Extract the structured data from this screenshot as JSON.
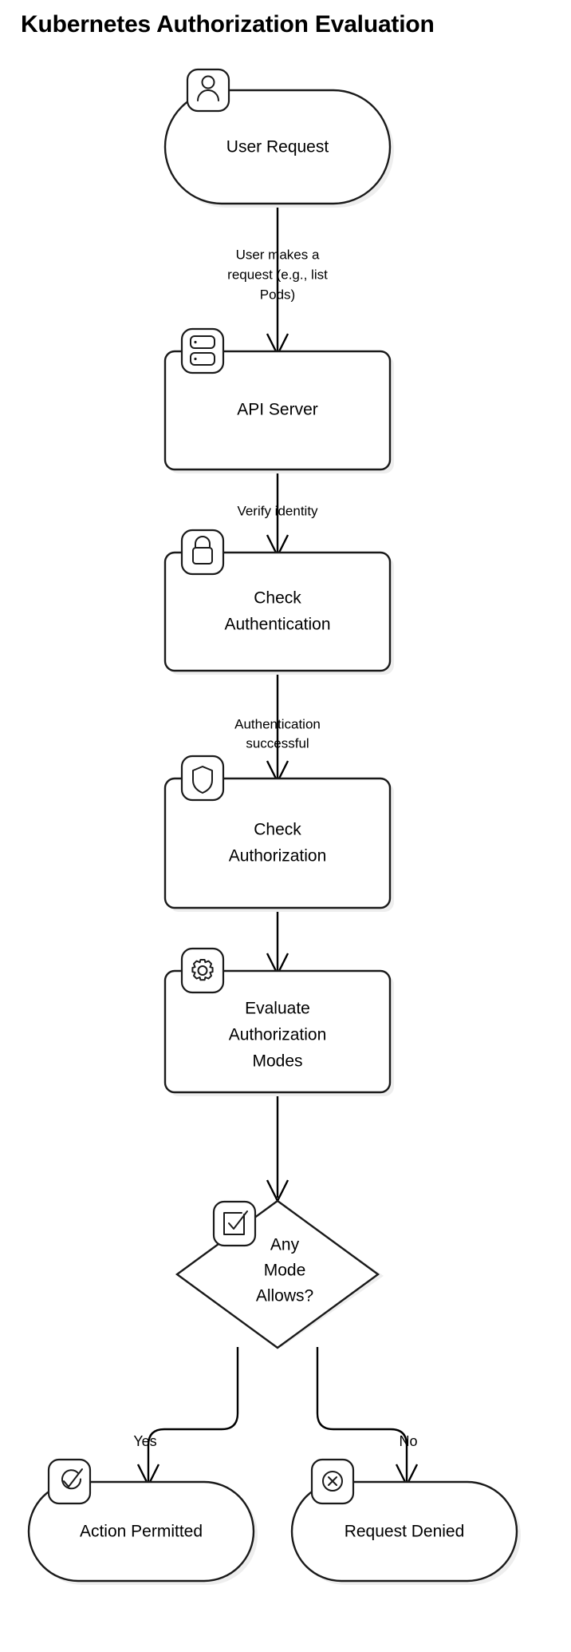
{
  "title": "Kubernetes Authorization Evaluation",
  "colors": {
    "background": "#ffffff",
    "node_stroke": "#1a1a1a",
    "node_fill": "#ffffff",
    "edge_stroke": "#000000",
    "shadow": "#eeeeee",
    "text": "#000000"
  },
  "chart_data": {
    "type": "diagram",
    "diagram_kind": "flowchart",
    "direction": "top-down",
    "title": "Kubernetes Authorization Evaluation",
    "nodes": [
      {
        "id": "user_request",
        "label": "User Request",
        "shape": "stadium",
        "icon": "user-icon"
      },
      {
        "id": "api_server",
        "label": "API Server",
        "shape": "rectangle",
        "icon": "server-icon"
      },
      {
        "id": "check_authn",
        "label": "Check Authentication",
        "shape": "rectangle",
        "icon": "lock-icon"
      },
      {
        "id": "check_authz",
        "label": "Check Authorization",
        "shape": "rectangle",
        "icon": "shield-icon"
      },
      {
        "id": "evaluate_modes",
        "label": "Evaluate Authorization Modes",
        "shape": "rectangle",
        "icon": "gear-icon"
      },
      {
        "id": "any_mode",
        "label": "Any Mode Allows?",
        "shape": "diamond",
        "icon": "checkbox-check-icon"
      },
      {
        "id": "permitted",
        "label": "Action Permitted",
        "shape": "stadium",
        "icon": "circle-check-icon"
      },
      {
        "id": "denied",
        "label": "Request Denied",
        "shape": "stadium",
        "icon": "circle-x-icon"
      }
    ],
    "edges": [
      {
        "from": "user_request",
        "to": "api_server",
        "label": "User makes a request (e.g., list Pods)"
      },
      {
        "from": "api_server",
        "to": "check_authn",
        "label": "Verify identity"
      },
      {
        "from": "check_authn",
        "to": "check_authz",
        "label": "Authentication successful"
      },
      {
        "from": "check_authz",
        "to": "evaluate_modes",
        "label": ""
      },
      {
        "from": "evaluate_modes",
        "to": "any_mode",
        "label": ""
      },
      {
        "from": "any_mode",
        "to": "permitted",
        "label": "Yes"
      },
      {
        "from": "any_mode",
        "to": "denied",
        "label": "No"
      }
    ]
  },
  "nodes": {
    "user_request": {
      "label": "User Request",
      "icon": "user-icon"
    },
    "api_server": {
      "label": "API Server",
      "icon": "server-icon"
    },
    "check_authn": {
      "label_line1": "Check",
      "label_line2": "Authentication",
      "icon": "lock-icon"
    },
    "check_authz": {
      "label_line1": "Check",
      "label_line2": "Authorization",
      "icon": "shield-icon"
    },
    "evaluate_modes": {
      "label_line1": "Evaluate",
      "label_line2": "Authorization",
      "label_line3": "Modes",
      "icon": "gear-icon"
    },
    "any_mode": {
      "label_line1": "Any",
      "label_line2": "Mode",
      "label_line3": "Allows?",
      "icon": "checkbox-check-icon"
    },
    "permitted": {
      "label": "Action Permitted",
      "icon": "circle-check-icon"
    },
    "denied": {
      "label": "Request Denied",
      "icon": "circle-x-icon"
    }
  },
  "edge_labels": {
    "user_to_api_l1": "User makes a",
    "user_to_api_l2": "request (e.g., list",
    "user_to_api_l3": "Pods)",
    "api_to_authn": "Verify identity",
    "authn_to_authz_l1": "Authentication",
    "authn_to_authz_l2": "successful",
    "yes": "Yes",
    "no": "No"
  }
}
